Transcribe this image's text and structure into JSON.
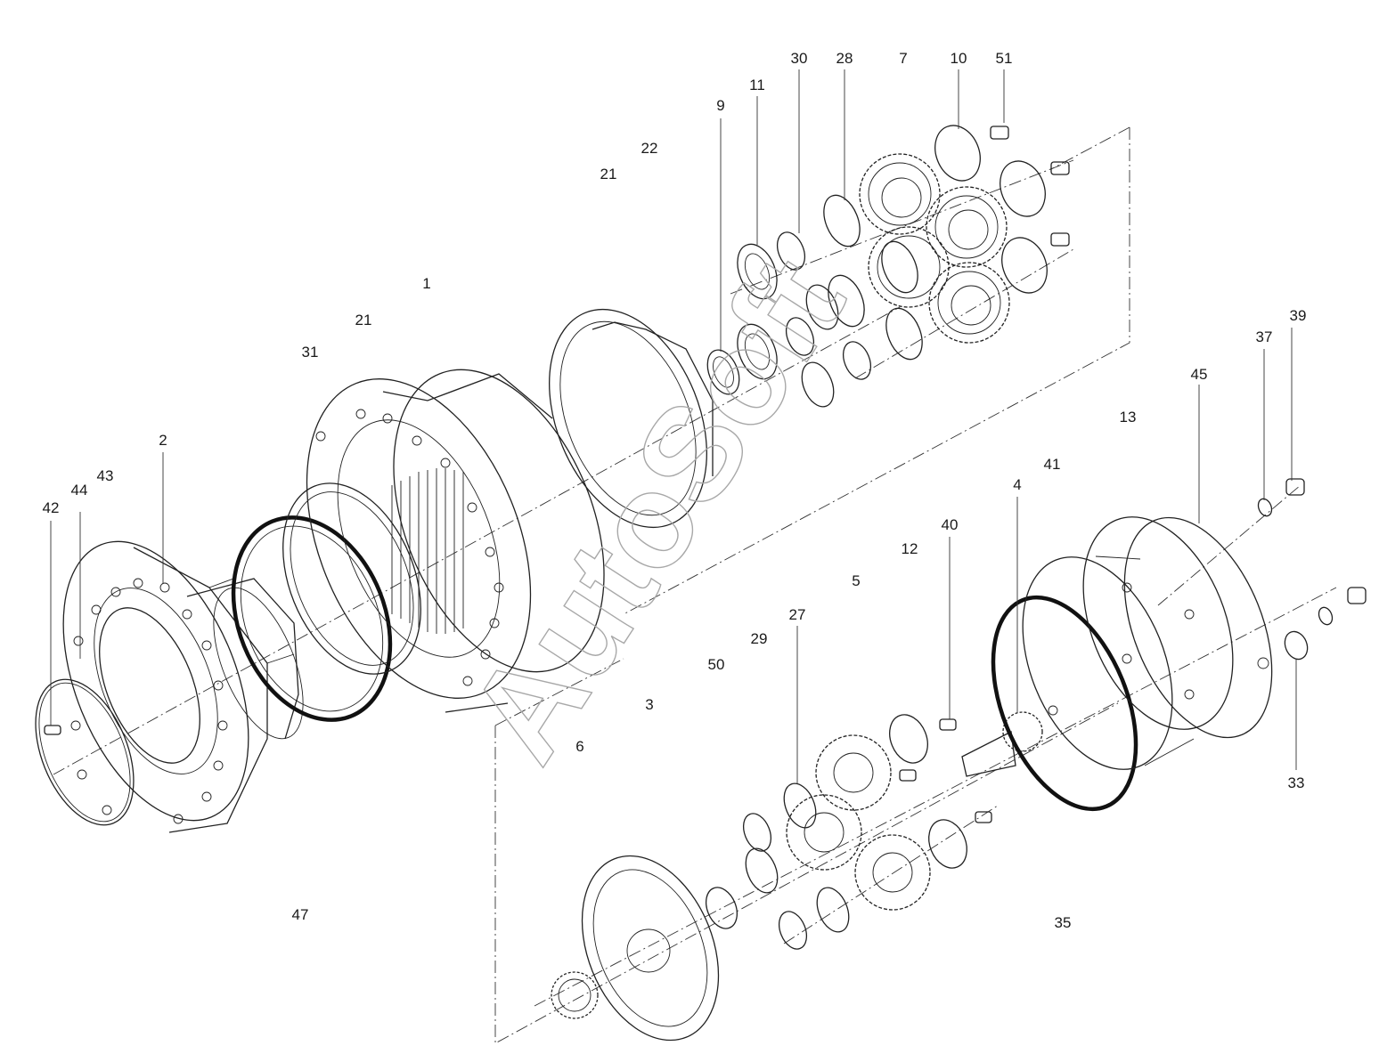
{
  "watermark": "AutoSoft",
  "callouts": [
    {
      "id": "30",
      "text": "30"
    },
    {
      "id": "28",
      "text": "28"
    },
    {
      "id": "7",
      "text": "7"
    },
    {
      "id": "10",
      "text": "10"
    },
    {
      "id": "51",
      "text": "51"
    },
    {
      "id": "11",
      "text": "11"
    },
    {
      "id": "9",
      "text": "9"
    },
    {
      "id": "22",
      "text": "22"
    },
    {
      "id": "21a",
      "text": "21"
    },
    {
      "id": "1",
      "text": "1"
    },
    {
      "id": "21b",
      "text": "21"
    },
    {
      "id": "31",
      "text": "31"
    },
    {
      "id": "39",
      "text": "39"
    },
    {
      "id": "37",
      "text": "37"
    },
    {
      "id": "45",
      "text": "45"
    },
    {
      "id": "13",
      "text": "13"
    },
    {
      "id": "41",
      "text": "41"
    },
    {
      "id": "4",
      "text": "4"
    },
    {
      "id": "40",
      "text": "40"
    },
    {
      "id": "12",
      "text": "12"
    },
    {
      "id": "5",
      "text": "5"
    },
    {
      "id": "2",
      "text": "2"
    },
    {
      "id": "43",
      "text": "43"
    },
    {
      "id": "44",
      "text": "44"
    },
    {
      "id": "42",
      "text": "42"
    },
    {
      "id": "27",
      "text": "27"
    },
    {
      "id": "29",
      "text": "29"
    },
    {
      "id": "50",
      "text": "50"
    },
    {
      "id": "3",
      "text": "3"
    },
    {
      "id": "6",
      "text": "6"
    },
    {
      "id": "33",
      "text": "33"
    },
    {
      "id": "47",
      "text": "47"
    },
    {
      "id": "35",
      "text": "35"
    }
  ]
}
